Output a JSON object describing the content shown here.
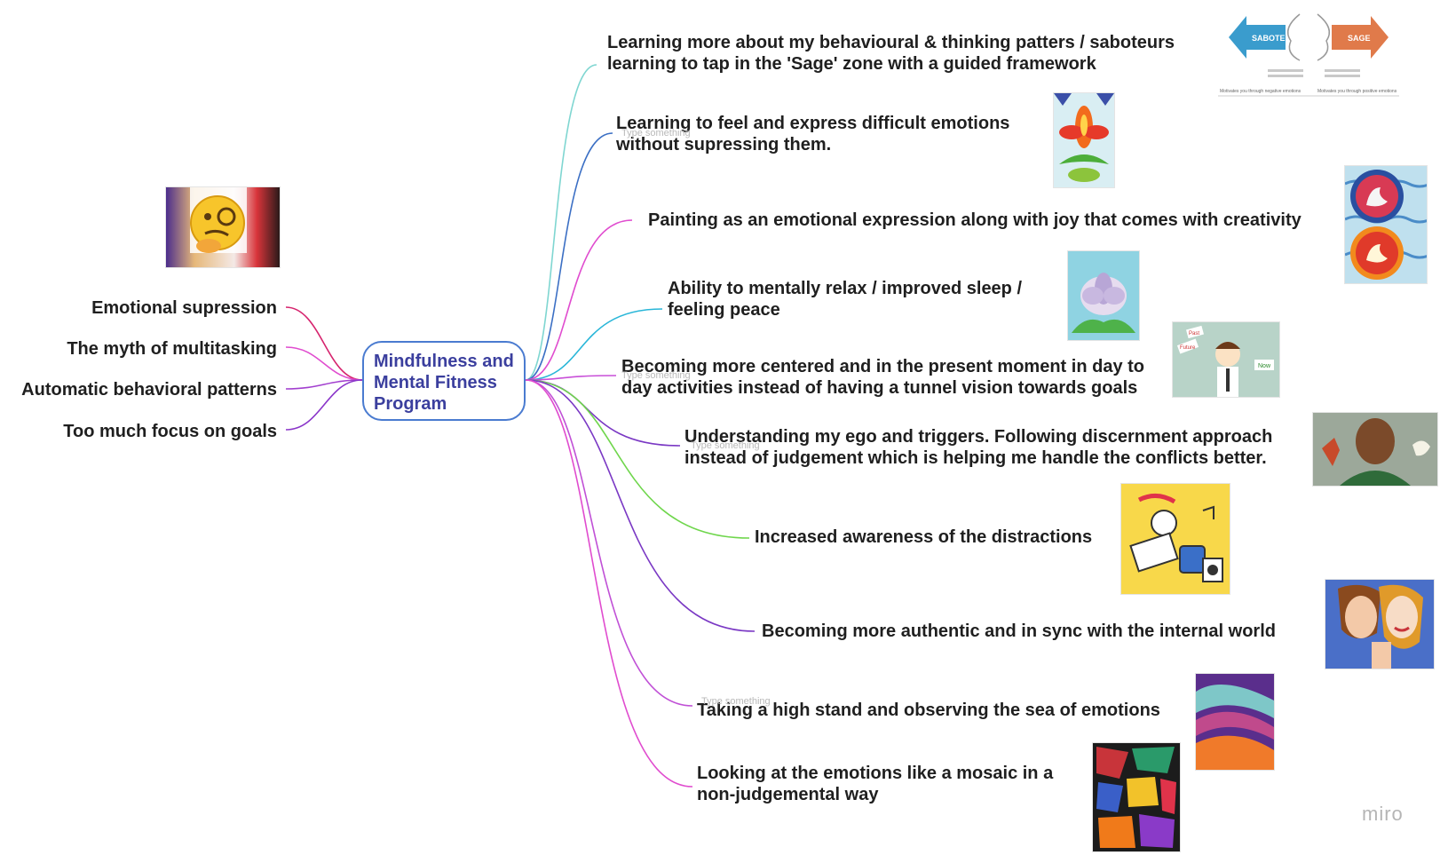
{
  "central_node": {
    "lines": [
      "Mindfulness and",
      "Mental Fitness",
      "Program"
    ],
    "border_color": "#4a7bd0",
    "text_color": "#3b3f9e"
  },
  "left_nodes": [
    {
      "text": "Emotional supression",
      "color": "#d6246e"
    },
    {
      "text": "The myth of multitasking",
      "color": "#e04ccf"
    },
    {
      "text": "Automatic behavioral patterns",
      "color": "#a23fcf"
    },
    {
      "text": "Too much focus on goals",
      "color": "#8a35c9"
    }
  ],
  "right_nodes": [
    {
      "lines": [
        "Learning more about my behavioural & thinking patters / saboteurs",
        "learning to tap in the 'Sage' zone with a guided framework"
      ],
      "color": "#7fd6d1",
      "image": "saboteurs-sage-diagram"
    },
    {
      "lines": [
        "Learning to feel and express difficult emotions",
        "without supressing them."
      ],
      "color": "#3b6fc4",
      "image": "flower-painting"
    },
    {
      "lines": [
        "Painting as an emotional expression along with joy that comes with creativity"
      ],
      "color": "#e04ccf",
      "image": "swan-paintings"
    },
    {
      "lines": [
        "Ability to mentally relax / improved sleep /",
        "feeling peace"
      ],
      "color": "#29b6d8",
      "image": "lotus-painting"
    },
    {
      "lines": [
        "Becoming more centered and in the present moment in day to",
        "day activities instead of having a tunnel vision towards goals"
      ],
      "color": "#c84fd8",
      "image": "past-future-now-cartoon"
    },
    {
      "lines": [
        "Understanding my ego and triggers. Following discernment approach",
        "instead of judgement which is helping me handle the conflicts better."
      ],
      "color": "#7a38c4",
      "image": "devil-angel-shoulders"
    },
    {
      "lines": [
        "Increased awareness of the distractions"
      ],
      "color": "#6fd64c",
      "image": "distracted-worker-cartoon"
    },
    {
      "lines": [
        "Becoming more authentic and in sync with the internal world"
      ],
      "color": "#7a38c4",
      "image": "woman-mask-popart"
    },
    {
      "lines": [
        "Taking a high stand and observing the sea of emotions"
      ],
      "color": "#c050d6",
      "image": "abstract-waves-painting"
    },
    {
      "lines": [
        "Looking at the emotions like a mosaic in a",
        "non-judgemental way"
      ],
      "color": "#e04ccf",
      "image": "mosaic-pattern"
    }
  ],
  "thinking_image": "thinking-face-emoji",
  "placeholder_text": "Type something",
  "saboteurs_diagram": {
    "left_label": "SABOTEURS",
    "right_label": "SAGE",
    "left_caption": "Motivates you through negative emotions",
    "right_caption": "Motivates you through positive emotions"
  },
  "cartoon_labels": [
    "Past",
    "Future",
    "Now"
  ],
  "watermark": "miro"
}
